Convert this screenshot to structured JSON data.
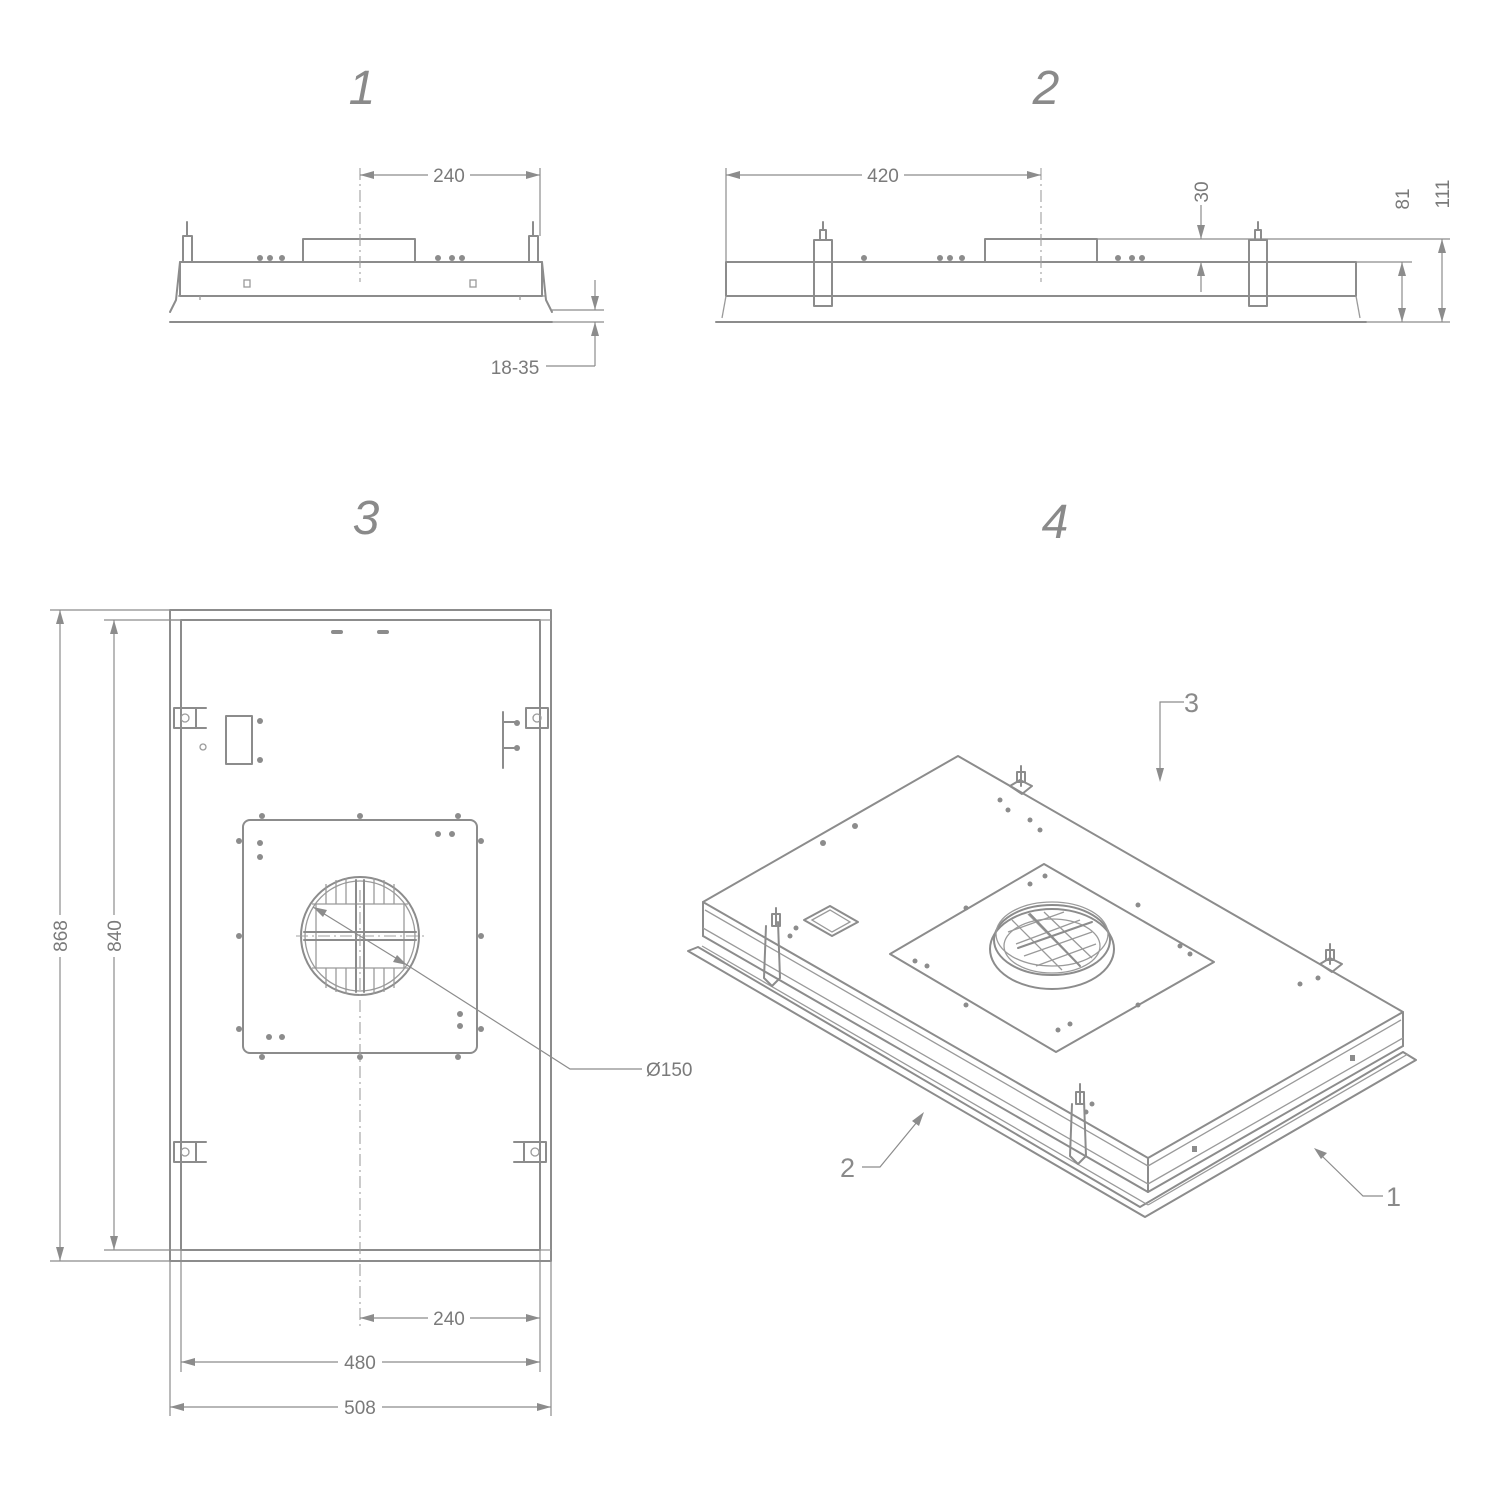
{
  "views": [
    {
      "id": "view-1",
      "number": "1"
    },
    {
      "id": "view-2",
      "number": "2"
    },
    {
      "id": "view-3",
      "number": "3"
    },
    {
      "id": "view-4",
      "number": "4"
    }
  ],
  "dimensions": {
    "front_center_offset": "240",
    "front_flange": "18-35",
    "side_center_offset": "420",
    "side_spigot_height": "30",
    "side_body_height": "81",
    "side_total_height": "111",
    "top_total_length": "868",
    "top_inner_length": "840",
    "top_center_offset": "240",
    "top_inner_width": "480",
    "top_total_width": "508",
    "spigot_diameter": "Ø150"
  },
  "iso_callouts": {
    "view_1": "1",
    "view_2": "2",
    "view_3": "3"
  }
}
